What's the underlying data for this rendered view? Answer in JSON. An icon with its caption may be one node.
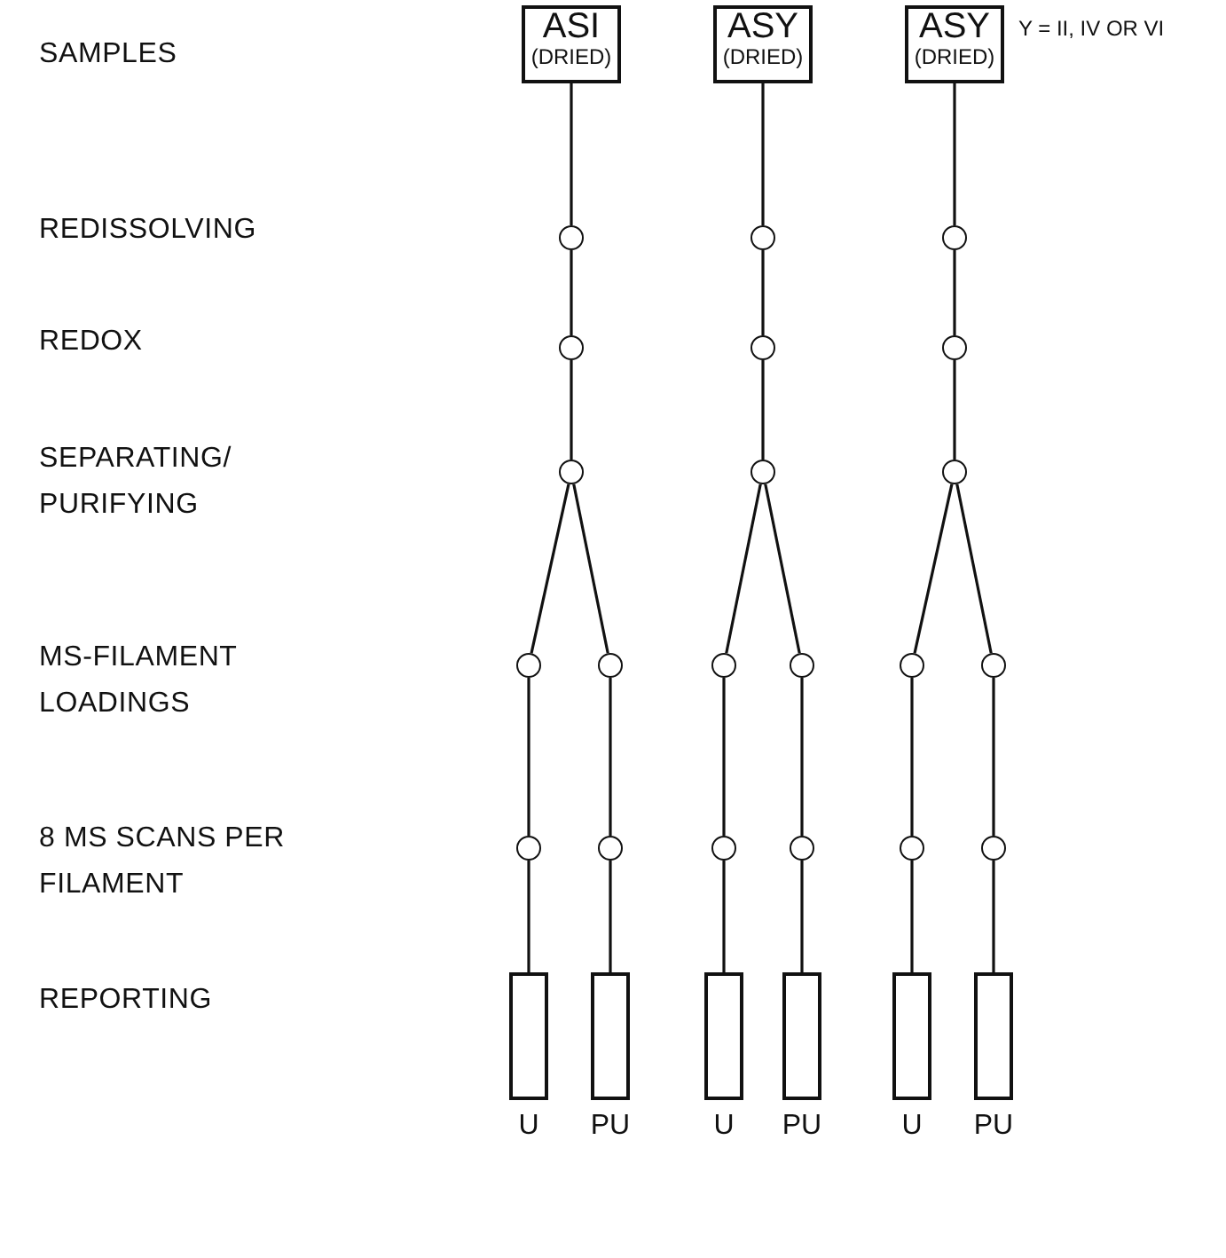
{
  "diagram": {
    "nodes": [
      {
        "text": [
          "ASI",
          "(DRIED)"
        ]
      },
      {
        "text": [
          "ASY",
          "(DRIED)"
        ]
      },
      {
        "text": [
          "ASY",
          "(DRIED)"
        ],
        "beside": [
          "Y = II, IV OR VI"
        ]
      },
      {
        "text": [],
        "shape": "circle"
      },
      {
        "text": [],
        "shape": "circle"
      },
      {
        "text": [],
        "shape": "circle"
      },
      {
        "text": [],
        "shape": "circle"
      },
      {
        "text": [],
        "shape": "circle"
      },
      {
        "text": [],
        "shape": "circle"
      },
      {
        "text": [],
        "shape": "circle"
      },
      {
        "text": [],
        "shape": "circle"
      },
      {
        "text": [],
        "shape": "circle"
      },
      {
        "text": [],
        "shape": "circle"
      },
      {
        "text": [],
        "shape": "circle"
      },
      {
        "text": [],
        "shape": "circle"
      },
      {
        "text": [],
        "shape": "circle"
      },
      {
        "text": [],
        "shape": "circle"
      },
      {
        "text": [],
        "shape": "circle"
      },
      {
        "text": [],
        "shape": "circle"
      },
      {
        "text": [],
        "shape": "circle"
      },
      {
        "text": [],
        "shape": "circle"
      },
      {
        "text": [],
        "shape": "circle"
      },
      {
        "text": [],
        "shape": "circle"
      },
      {
        "text": [],
        "shape": "circle"
      },
      {
        "text": [],
        "shape": "box",
        "beside": [
          "U"
        ]
      },
      {
        "text": [],
        "shape": "box",
        "beside": [
          "PU"
        ]
      },
      {
        "text": [],
        "shape": "box",
        "beside": [
          "U"
        ]
      },
      {
        "text": [],
        "shape": "box",
        "beside": [
          "PU"
        ]
      },
      {
        "text": [],
        "shape": "box",
        "beside": [
          "U"
        ]
      },
      {
        "text": [],
        "shape": "box",
        "beside": [
          "PU"
        ]
      }
    ],
    "edges": [
      {
        "from": 0,
        "to": 3,
        "arrow": "none"
      },
      {
        "from": 1,
        "to": 4,
        "arrow": "none"
      },
      {
        "from": 2,
        "to": 5,
        "arrow": "none"
      },
      {
        "from": 3,
        "to": 6,
        "arrow": "none"
      },
      {
        "from": 4,
        "to": 7,
        "arrow": "none"
      },
      {
        "from": 5,
        "to": 8,
        "arrow": "none"
      },
      {
        "from": 6,
        "to": 9,
        "arrow": "none"
      },
      {
        "from": 7,
        "to": 10,
        "arrow": "none"
      },
      {
        "from": 8,
        "to": 11,
        "arrow": "none"
      },
      {
        "from": 9,
        "to": 12,
        "arrow": "none"
      },
      {
        "from": 9,
        "to": 13,
        "arrow": "none"
      },
      {
        "from": 10,
        "to": 14,
        "arrow": "none"
      },
      {
        "from": 10,
        "to": 15,
        "arrow": "none"
      },
      {
        "from": 11,
        "to": 16,
        "arrow": "none"
      },
      {
        "from": 11,
        "to": 17,
        "arrow": "none"
      },
      {
        "from": 12,
        "to": 18,
        "arrow": "none"
      },
      {
        "from": 13,
        "to": 19,
        "arrow": "none"
      },
      {
        "from": 14,
        "to": 20,
        "arrow": "none"
      },
      {
        "from": 15,
        "to": 21,
        "arrow": "none"
      },
      {
        "from": 16,
        "to": 22,
        "arrow": "none"
      },
      {
        "from": 17,
        "to": 23,
        "arrow": "none"
      },
      {
        "from": 18,
        "to": 24,
        "arrow": "none"
      },
      {
        "from": 19,
        "to": 25,
        "arrow": "none"
      },
      {
        "from": 20,
        "to": 26,
        "arrow": "none"
      },
      {
        "from": 21,
        "to": 27,
        "arrow": "none"
      },
      {
        "from": 22,
        "to": 28,
        "arrow": "none"
      },
      {
        "from": 23,
        "to": 29,
        "arrow": "none"
      }
    ],
    "labels": [
      "SAMPLES",
      "REDISSOLVING",
      "REDOX",
      "SEPARATING/ PURIFYING",
      "MS-FILAMENT LOADINGS",
      "8 MS SCANS PER FILAMENT",
      "REPORTING"
    ]
  }
}
